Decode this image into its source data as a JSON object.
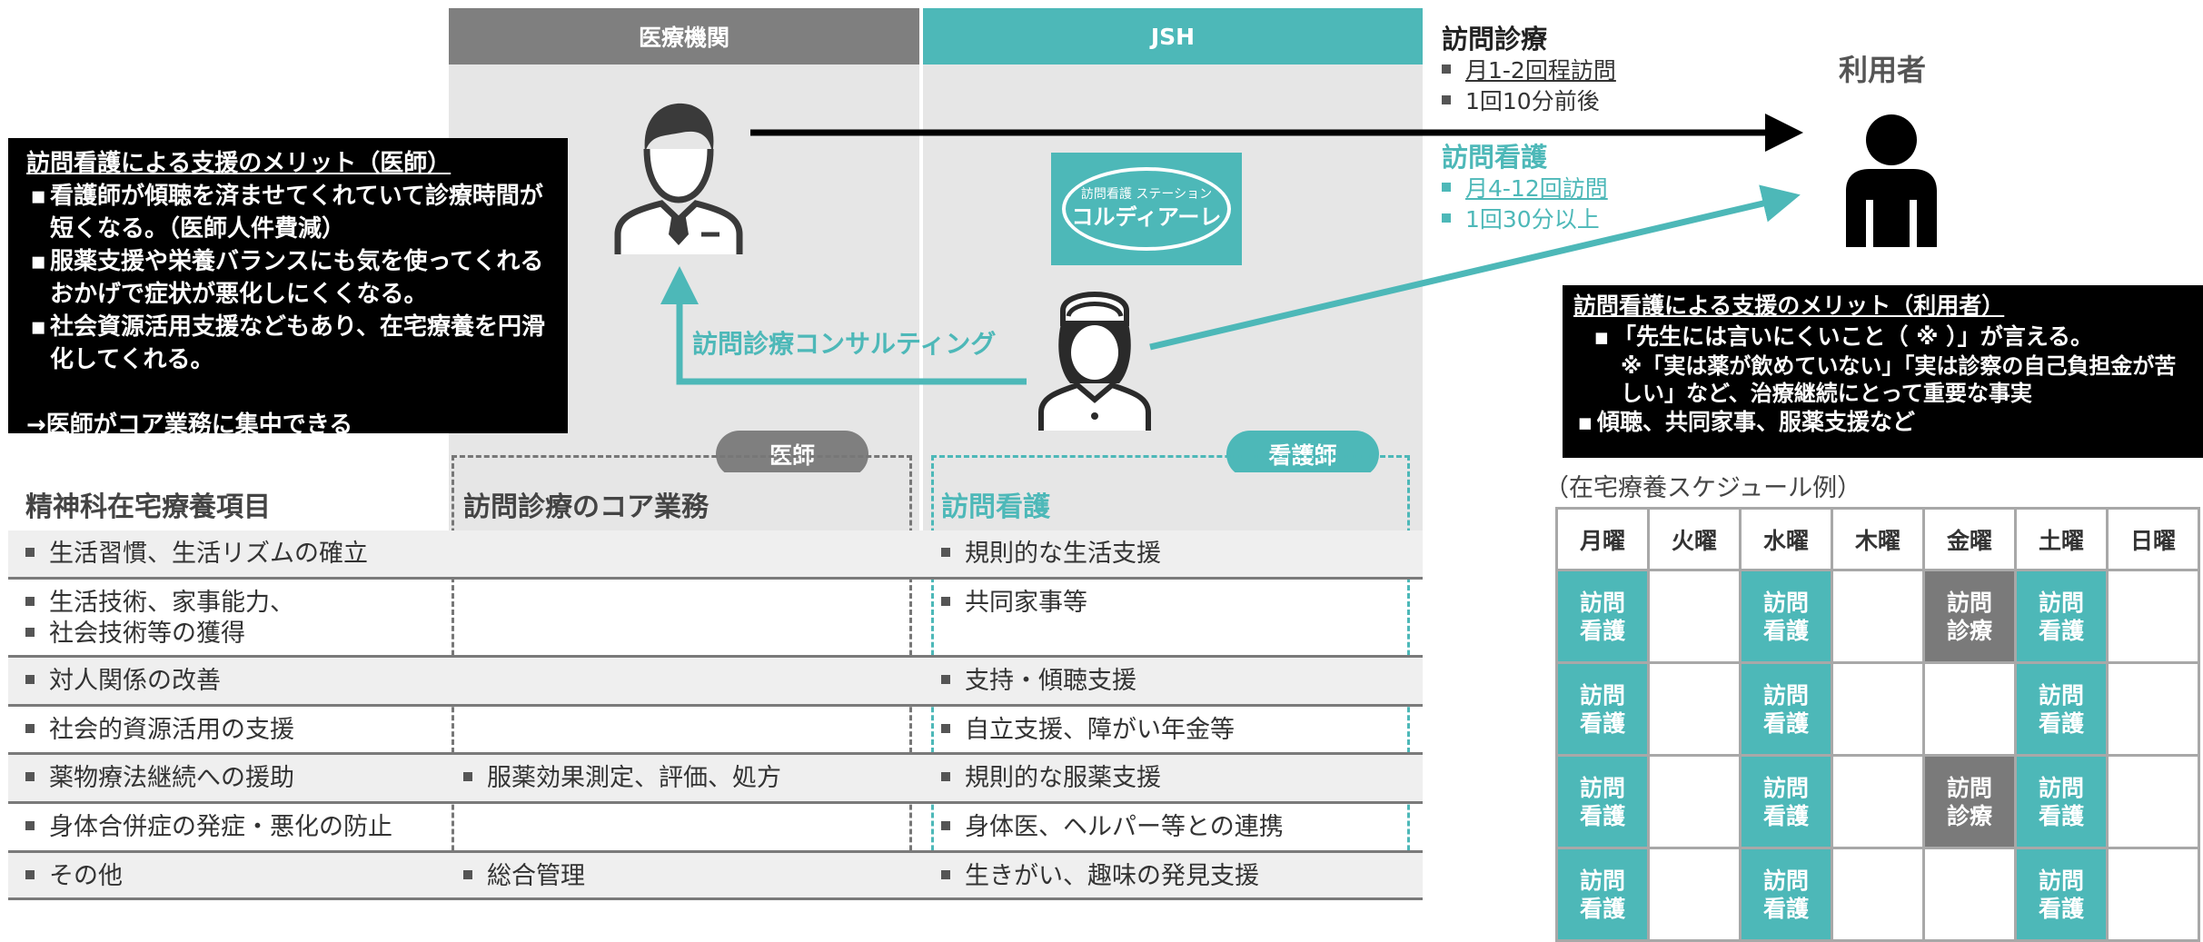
{
  "headers": {
    "medical": "医療機関",
    "jsh": "JSH"
  },
  "station_logo": {
    "small": "訪問看護 ステーション",
    "big": "コルディアーレ"
  },
  "consulting_label": "訪問診療コンサルティング",
  "visit_medical": {
    "title": "訪問診療",
    "items": [
      "月1-2回程訪問",
      "1回10分前後"
    ]
  },
  "visit_nursing": {
    "title": "訪問看護",
    "items": [
      "月4-12回訪問",
      "1回30分以上"
    ]
  },
  "user_label": "利用者",
  "doctor_merit": {
    "title": "訪問看護による支援のメリット（医師）",
    "items": [
      "看護師が傾聴を済ませてくれていて診療時間が短くなる。（医師人件費減）",
      "服薬支援や栄養バランスにも気を使ってくれるおかげで症状が悪化しにくくなる。",
      "社会資源活用支援などもあり、在宅療養を円滑化してくれる。"
    ],
    "conclusion": "→医師がコア業務に集中できる"
  },
  "user_merit": {
    "title": "訪問看護による支援のメリット（利用者）",
    "item1": "「先生には言いにくいこと（ ※ ）」が言える。",
    "note": "※「実は薬が飲めていない」「実は診察の自己負担金が苦しい」など、治療継続にとって重要な事実",
    "item2": "傾聴、共同家事、服薬支援など"
  },
  "badges": {
    "doctor": "医師",
    "nurse": "看護師"
  },
  "table": {
    "col1": "精神科在宅療養項目",
    "col2": "訪問診療のコア業務",
    "col3": "訪問看護",
    "rows": [
      {
        "a": [
          "生活習慣、生活リズムの確立"
        ],
        "b": "",
        "c": "規則的な生活支援"
      },
      {
        "a": [
          "生活技術、家事能力、",
          "社会技術等の獲得"
        ],
        "b": "",
        "c": "共同家事等"
      },
      {
        "a": [
          "対人関係の改善"
        ],
        "b": "",
        "c": "支持・傾聴支援"
      },
      {
        "a": [
          "社会的資源活用の支援"
        ],
        "b": "",
        "c": "自立支援、障がい年金等"
      },
      {
        "a": [
          "薬物療法継続への援助"
        ],
        "b": "服薬効果測定、評価、処方",
        "c": "規則的な服薬支援"
      },
      {
        "a": [
          "身体合併症の発症・悪化の防止"
        ],
        "b": "",
        "c": "身体医、ヘルパー等との連携"
      },
      {
        "a": [
          "その他"
        ],
        "b": "総合管理",
        "c": "生きがい、趣味の発見支援"
      }
    ]
  },
  "schedule": {
    "caption": "（在宅療養スケジュール例）",
    "days": [
      "月曜",
      "火曜",
      "水曜",
      "木曜",
      "金曜",
      "土曜",
      "日曜"
    ],
    "legend": {
      "n": "訪問\n看護",
      "d": "訪問\n診療"
    },
    "rows": [
      [
        "n",
        "",
        "n",
        "",
        "d",
        "n",
        ""
      ],
      [
        "n",
        "",
        "n",
        "",
        "",
        "n",
        ""
      ],
      [
        "n",
        "",
        "n",
        "",
        "d",
        "n",
        ""
      ],
      [
        "n",
        "",
        "n",
        "",
        "",
        "n",
        ""
      ]
    ]
  },
  "colors": {
    "teal": "#4db8b8",
    "gray_header": "#7a7a7a",
    "panel_bg": "#e6e6e6",
    "dark": "#000000"
  }
}
